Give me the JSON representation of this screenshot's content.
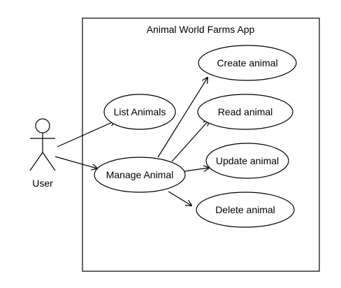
{
  "diagram": {
    "system": {
      "title": "Animal World Farms App"
    },
    "actor": {
      "label": "User",
      "icon": "stick-figure-icon"
    },
    "use_cases": [
      {
        "id": "list-animals",
        "label": "List Animals"
      },
      {
        "id": "manage-animal",
        "label": "Manage Animal"
      },
      {
        "id": "create-animal",
        "label": "Create animal"
      },
      {
        "id": "read-animal",
        "label": "Read animal"
      },
      {
        "id": "update-animal",
        "label": "Update animal"
      },
      {
        "id": "delete-animal",
        "label": "Delete animal"
      }
    ],
    "relationships": [
      {
        "from": "user",
        "to": "list-animals"
      },
      {
        "from": "user",
        "to": "manage-animal"
      },
      {
        "from": "manage-animal",
        "to": "create-animal"
      },
      {
        "from": "manage-animal",
        "to": "read-animal"
      },
      {
        "from": "manage-animal",
        "to": "update-animal"
      },
      {
        "from": "manage-animal",
        "to": "delete-animal"
      }
    ],
    "colors": {
      "stroke": "#000000",
      "fill": "#ffffff"
    }
  }
}
